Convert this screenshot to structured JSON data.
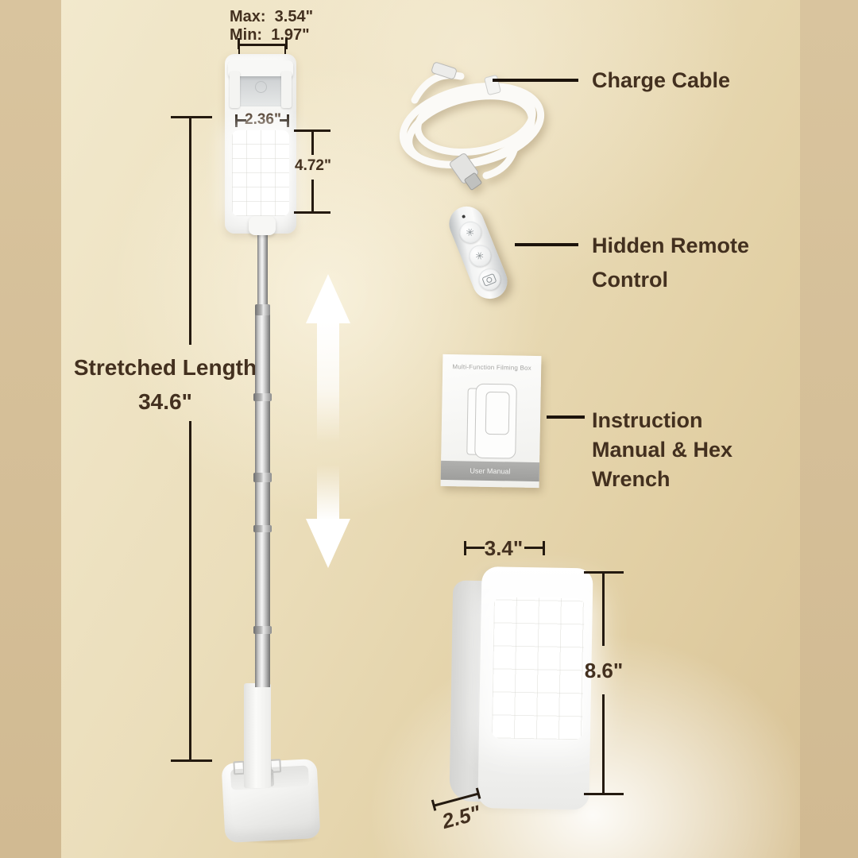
{
  "colors": {
    "text": "#43301f",
    "dim_line": "#241a10",
    "connector": "#1c130b",
    "side_bar": "#d5bf99"
  },
  "lamp": {
    "clamp": {
      "max": "Max:  3.54\"",
      "min": "Min:  1.97\""
    },
    "panel_width": "2.36\"",
    "panel_height": "4.72\"",
    "stretched": {
      "line1": "Stretched Length",
      "line2": "34.6\""
    }
  },
  "accessories": {
    "cable": {
      "label": "Charge Cable"
    },
    "remote": {
      "label1": "Hidden Remote",
      "label2": "Control",
      "button1_icon": "✳",
      "button2_icon": "✳"
    },
    "manual": {
      "label1": "Instruction",
      "label2": "Manual & Hex",
      "label3": "Wrench",
      "page_title": "Multi-Function Filming Box",
      "page_footer": "User Manual"
    }
  },
  "box": {
    "width": "3.4\"",
    "height": "8.6\"",
    "depth": "2.5\""
  }
}
